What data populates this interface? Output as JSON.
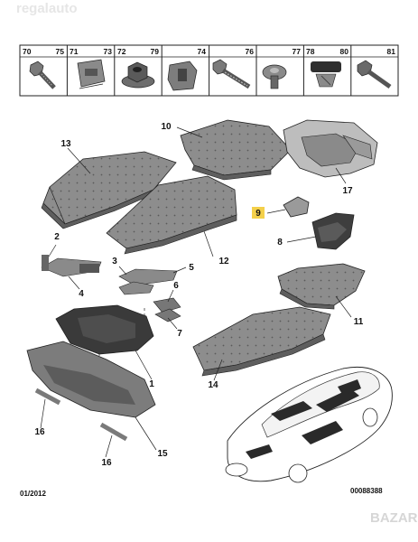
{
  "watermark": "regalauto",
  "corner_logo": "BAZAR",
  "colors": {
    "highlight": "#f4d04a",
    "panel_fill": "#8a8a8a",
    "dark_part": "#3a3a3a"
  },
  "fastener_table": [
    {
      "left": "70",
      "right": "75"
    },
    {
      "left": "71",
      "right": "73"
    },
    {
      "left": "72",
      "right": "79"
    },
    {
      "left": "",
      "right": "74"
    },
    {
      "left": "",
      "right": "76"
    },
    {
      "left": "",
      "right": "77"
    },
    {
      "left": "78",
      "right": "80"
    },
    {
      "left": "",
      "right": "81"
    }
  ],
  "callouts": {
    "c1": "1",
    "c2": "2",
    "c3": "3",
    "c4": "4",
    "c5": "5",
    "c6": "6",
    "c7": "7",
    "c8": "8",
    "c9": "9",
    "c10": "10",
    "c11": "11",
    "c12": "12",
    "c13": "13",
    "c14": "14",
    "c15": "15",
    "c16a": "16",
    "c16b": "16",
    "c17": "17"
  },
  "footer": {
    "date": "01/2012",
    "reference": "00088388"
  }
}
